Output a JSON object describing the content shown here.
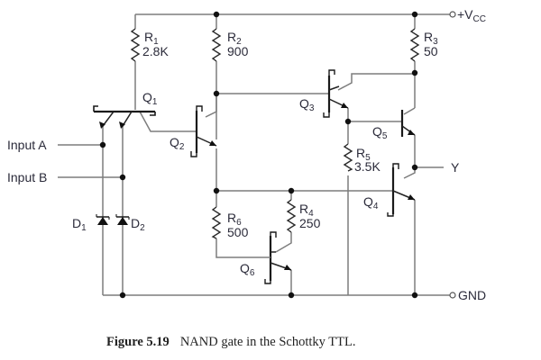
{
  "diagram": {
    "type": "circuit-schematic",
    "supply": {
      "label": "+V",
      "sub": "CC"
    },
    "ground": {
      "label": "GND"
    },
    "output": {
      "label": "Y"
    },
    "inputs": [
      {
        "label": "Input A"
      },
      {
        "label": "Input B"
      }
    ],
    "resistors": [
      {
        "name": "R",
        "sub": "1",
        "value": "2.8K"
      },
      {
        "name": "R",
        "sub": "2",
        "value": "900"
      },
      {
        "name": "R",
        "sub": "3",
        "value": "50"
      },
      {
        "name": "R",
        "sub": "4",
        "value": "250"
      },
      {
        "name": "R",
        "sub": "5",
        "value": "3.5K"
      },
      {
        "name": "R",
        "sub": "6",
        "value": "500"
      }
    ],
    "transistors": [
      {
        "name": "Q",
        "sub": "1"
      },
      {
        "name": "Q",
        "sub": "2"
      },
      {
        "name": "Q",
        "sub": "3"
      },
      {
        "name": "Q",
        "sub": "4"
      },
      {
        "name": "Q",
        "sub": "5"
      },
      {
        "name": "Q",
        "sub": "6"
      }
    ],
    "diodes": [
      {
        "name": "D",
        "sub": "1"
      },
      {
        "name": "D",
        "sub": "2"
      }
    ]
  },
  "caption": {
    "number": "Figure 5.19",
    "text": "NAND gate in the Schottky TTL."
  }
}
